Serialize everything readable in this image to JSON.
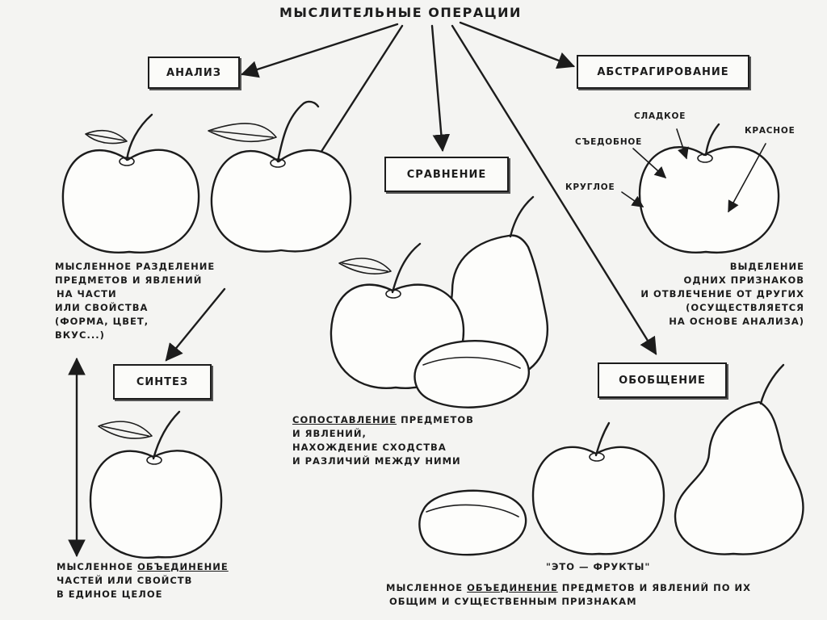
{
  "title": "МЫСЛИТЕЛЬНЫЕ ОПЕРАЦИИ",
  "operations": {
    "analysis": "АНАЛИЗ",
    "abstraction": "АБСТРАГИРОВАНИЕ",
    "comparison": "СРАВНЕНИЕ",
    "synthesis": "СИНТЕЗ",
    "generalization": "ОБОБЩЕНИЕ"
  },
  "captions": {
    "analysis": {
      "line1": "МЫСЛЕННОЕ РАЗДЕЛЕНИЕ",
      "line2": "ПРЕДМЕТОВ И ЯВЛЕНИЙ",
      "line3": "НА ЧАСТИ",
      "line4": "ИЛИ СВОЙСТВА",
      "line5": "(ФОРМА, ЦВЕТ,",
      "line6": "ВКУС...)"
    },
    "synthesis": {
      "line1_pre": "МЫСЛЕННОЕ ",
      "line1_u": "ОБЪЕДИНЕНИЕ",
      "line2": "ЧАСТЕЙ ИЛИ СВОЙСТВ",
      "line3": "В ЕДИНОЕ ЦЕЛОЕ"
    },
    "comparison": {
      "line1_u": "СОПОСТАВЛЕНИЕ",
      "line1_post": " ПРЕДМЕТОВ",
      "line2": "И ЯВЛЕНИЙ,",
      "line3": "НАХОЖДЕНИЕ СХОДСТВА",
      "line4": "И РАЗЛИЧИЙ МЕЖДУ НИМИ"
    },
    "abstraction": {
      "line1": "ВЫДЕЛЕНИЕ",
      "line2": "ОДНИХ ПРИЗНАКОВ",
      "line3": "И ОТВЛЕЧЕНИЕ ОТ ДРУГИХ",
      "line4": "(ОСУЩЕСТВЛЯЕТСЯ",
      "line5": "НА ОСНОВЕ АНАЛИЗА)"
    },
    "generalization": {
      "quote": "\"ЭТО — ФРУКТЫ\"",
      "line1_pre": "МЫСЛЕННОЕ ",
      "line1_u": "ОБЪЕДИНЕНИЕ",
      "line1_post": " ПРЕДМЕТОВ И ЯВЛЕНИЙ ПО ИХ",
      "line2": "ОБЩИМ И СУЩЕСТВЕННЫМ ПРИЗНАКАМ"
    }
  },
  "attributes": {
    "sweet": "СЛАДКОЕ",
    "edible": "СЪЕДОБНОЕ",
    "red": "КРАСНОЕ",
    "round": "КРУГЛОЕ"
  },
  "colors": {
    "ink": "#1c1c1c",
    "paper": "#f4f4f2"
  }
}
